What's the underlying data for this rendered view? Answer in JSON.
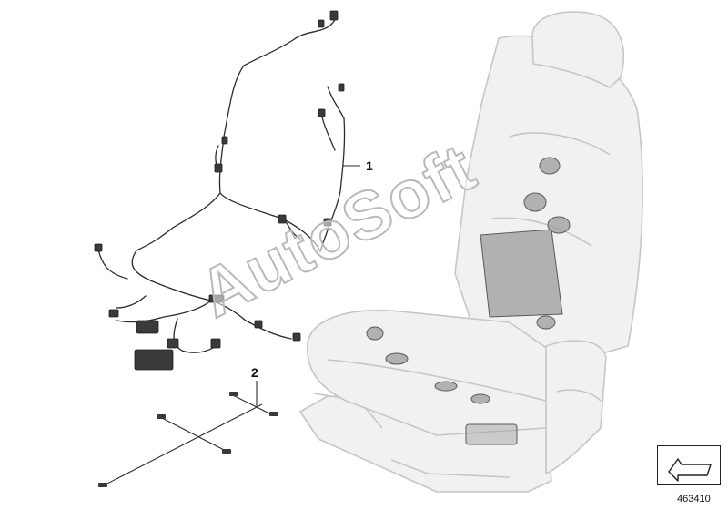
{
  "callouts": {
    "harness": "1",
    "sensor_set": "2"
  },
  "watermark": "AutoSoft",
  "reference_number": "463410",
  "icons": {
    "nav": "arrow-back-icon"
  },
  "colors": {
    "line": "#2b2b2b",
    "seat_outline": "#c8c8c8",
    "seat_fill": "#f1f1f1",
    "cushion_dark": "#8f8f8f"
  }
}
